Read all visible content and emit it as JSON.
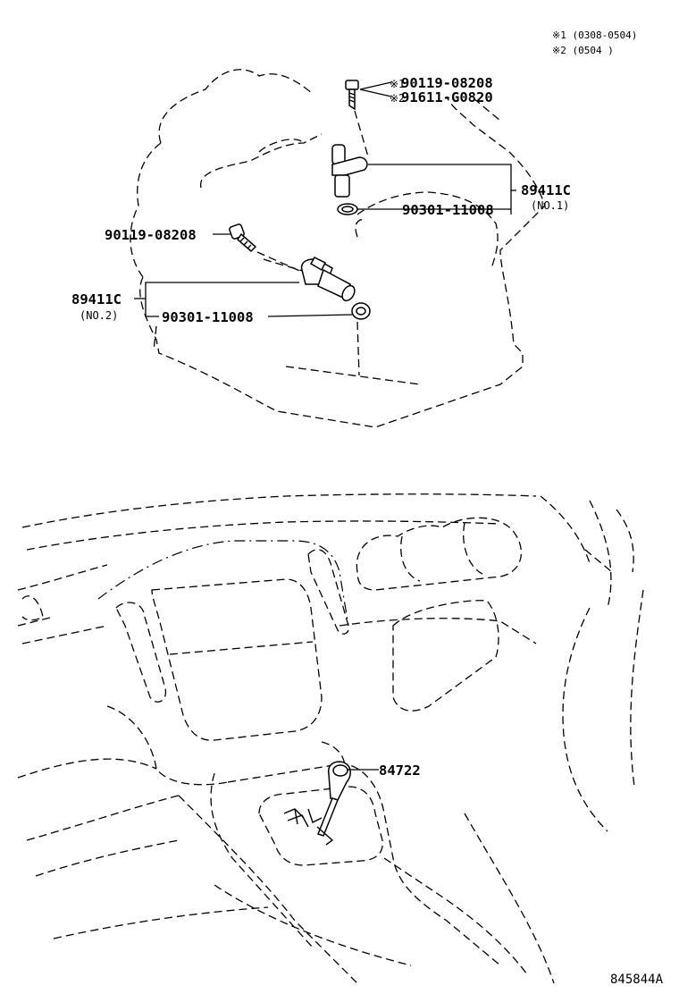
{
  "legend": {
    "note1": "※1 (0308-0504)",
    "note2": "※2 (0504      )"
  },
  "labels": {
    "bolt_top_1": "90119-08208",
    "bolt_top_1_mark": "※1",
    "bolt_top_2": "91611-G0820",
    "bolt_top_2_mark": "※2",
    "sensor_no1": "89411C",
    "sensor_no1_sub": "(NO.1)",
    "oring_no1": "90301-11008",
    "bolt_left": "90119-08208",
    "sensor_no2": "89411C",
    "sensor_no2_sub": "(NO.2)",
    "oring_no2": "90301-11008",
    "shift_knob": "84722"
  },
  "figure_id": "845844A"
}
